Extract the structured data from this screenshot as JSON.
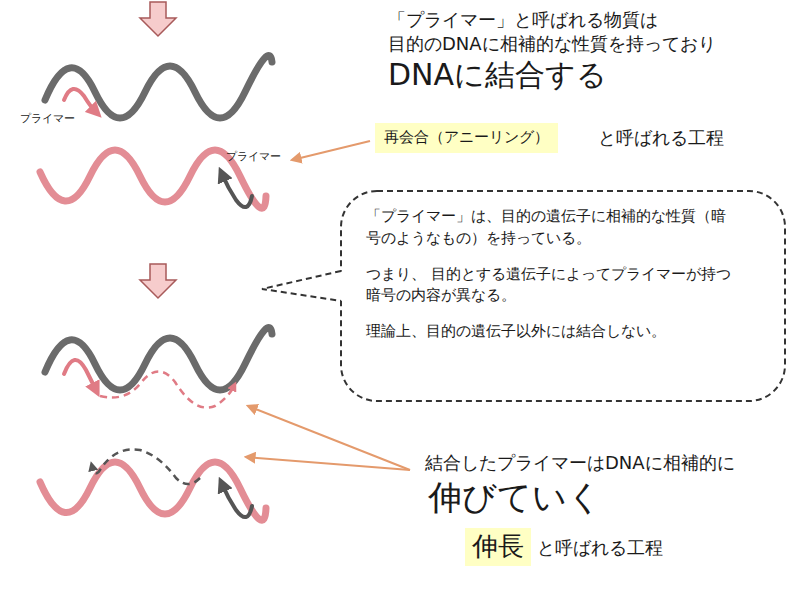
{
  "diagram": {
    "nodes": [
      {
        "text": [
          "再会合（アニーリング）"
        ]
      },
      {
        "text": [
          "「プライマー」は、目的の遺伝子に相補的な性質（暗号のようなもの）を持っている。",
          "つまり、 目的とする遺伝子によってプライマーが持つ暗号の内容が異なる。",
          "理論上、目的の遺伝子以外には結合しない。"
        ]
      },
      {
        "text": [
          "伸長"
        ]
      }
    ],
    "labels": [
      "「プライマー」と呼ばれる物質は 目的のDNAに相補的な性質を持っており",
      "DNAに結合する",
      "プライマー",
      "プライマー",
      "と呼ばれる工程",
      "結合したプライマーはDNAに相補的に",
      "伸びていく",
      "と呼ばれる工程"
    ]
  }
}
